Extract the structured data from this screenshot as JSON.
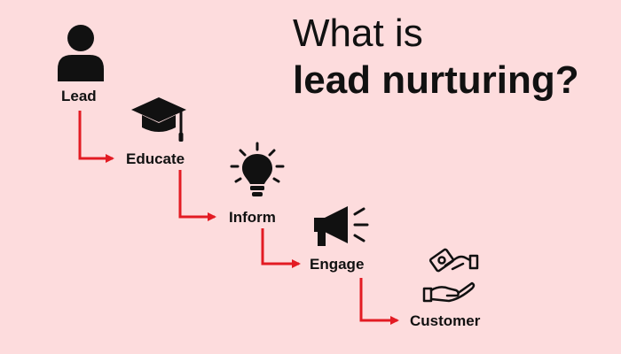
{
  "title": {
    "line1": "What is",
    "line2": "lead nurturing?"
  },
  "steps": [
    {
      "label": "Lead",
      "icon": "person-icon"
    },
    {
      "label": "Educate",
      "icon": "graduation-cap-icon"
    },
    {
      "label": "Inform",
      "icon": "lightbulb-icon"
    },
    {
      "label": "Engage",
      "icon": "megaphone-icon"
    },
    {
      "label": "Customer",
      "icon": "handshake-money-icon"
    }
  ],
  "colors": {
    "background": "#fddcdd",
    "arrow": "#e31b23",
    "text": "#111111"
  }
}
